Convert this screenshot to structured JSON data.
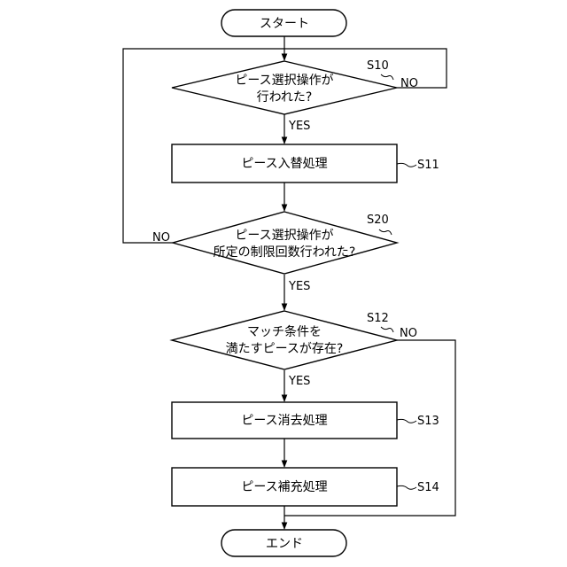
{
  "flowchart": {
    "nodes": {
      "start": {
        "lines": [
          "スタート"
        ]
      },
      "d_select": {
        "lines": [
          "ピース選択操作が",
          "行われた?"
        ],
        "step_id": "S10"
      },
      "p_swap": {
        "lines": [
          "ピース入替処理"
        ],
        "step_id": "S11"
      },
      "d_limit": {
        "lines": [
          "ピース選択操作が",
          "所定の制限回数行われた?"
        ],
        "step_id": "S20"
      },
      "d_match": {
        "lines": [
          "マッチ条件を",
          "満たすピースが存在?"
        ],
        "step_id": "S12"
      },
      "p_erase": {
        "lines": [
          "ピース消去処理"
        ],
        "step_id": "S13"
      },
      "p_refill": {
        "lines": [
          "ピース補充処理"
        ],
        "step_id": "S14"
      },
      "end": {
        "lines": [
          "エンド"
        ]
      }
    },
    "branch_labels": {
      "select_yes": "YES",
      "select_no": "NO",
      "limit_yes": "YES",
      "limit_no": "NO",
      "match_yes": "YES",
      "match_no": "NO"
    }
  }
}
